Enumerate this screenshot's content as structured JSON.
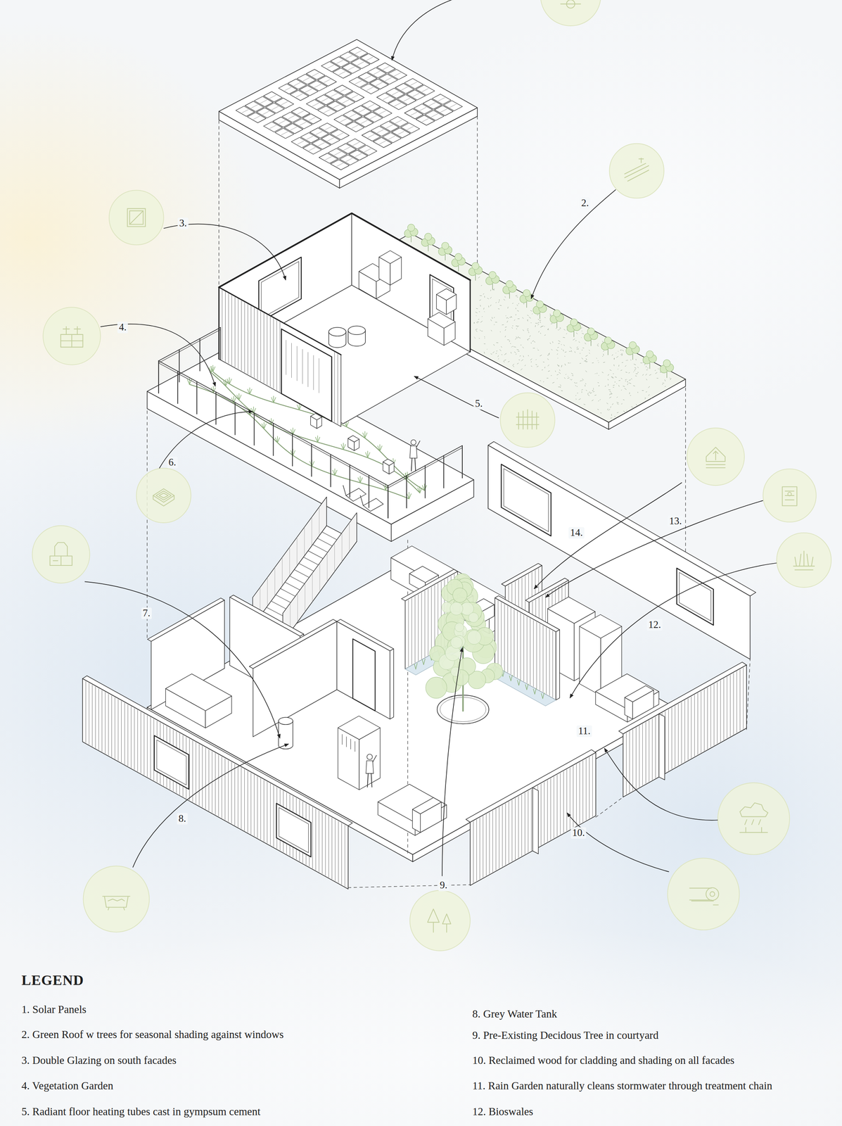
{
  "diagram": {
    "labels": [
      "2.",
      "3.",
      "4.",
      "5.",
      "6.",
      "14.",
      "13.",
      "7.",
      "12.",
      "11.",
      "8.",
      "10.",
      "9.",
      "LEGEND"
    ],
    "legend": [
      {
        "text": "1. Solar Panels"
      },
      {
        "text": "2. Green Roof w trees for seasonal shading against windows"
      },
      {
        "text": "3. Double Glazing on south facades"
      },
      {
        "text": "4. Vegetation Garden"
      },
      {
        "text": "5. Radiant floor heating tubes cast in gympsum cement"
      },
      {
        "text": "8. Grey Water Tank"
      },
      {
        "text": "9. Pre-Existing Decidous Tree in courtyard"
      },
      {
        "text": "10. Reclaimed wood for cladding and shading on all facades"
      },
      {
        "text": "11. Rain Garden naturally cleans stormwater through treatment chain"
      },
      {
        "text": "12. Bioswales"
      }
    ]
  }
}
